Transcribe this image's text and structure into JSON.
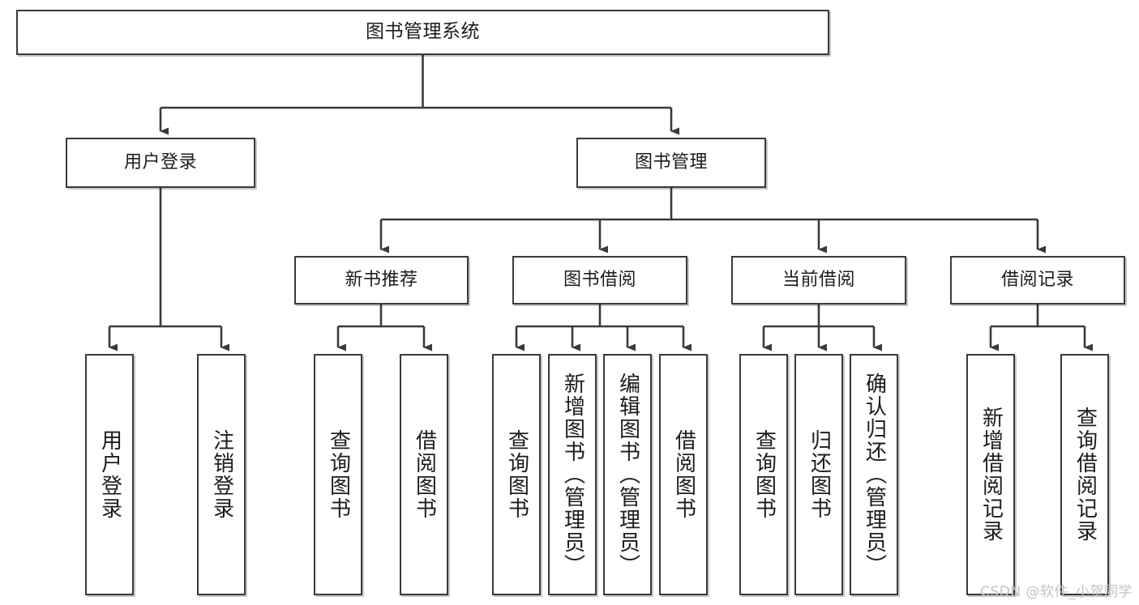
{
  "diagram": {
    "type": "tree-hierarchy-chart",
    "title": "图书管理系统",
    "line_color": "#3a3a3a",
    "box_fill": "#ffffff",
    "text_color": "#1c1c1c",
    "watermark": "CSDN @软件_小贺同学",
    "levels": 4,
    "nodes": {
      "root": {
        "label": "图书管理系统"
      },
      "level2": [
        {
          "label": "用户登录"
        },
        {
          "label": "图书管理"
        }
      ],
      "level3": [
        {
          "label": "新书推荐"
        },
        {
          "label": "图书借阅"
        },
        {
          "label": "当前借阅"
        },
        {
          "label": "借阅记录"
        }
      ],
      "leaves": {
        "user_login": [
          {
            "label": "用户登录"
          },
          {
            "label": "注销登录"
          }
        ],
        "new_book_recommend": [
          {
            "label": "查询图书"
          },
          {
            "label": "借阅图书"
          }
        ],
        "book_borrow": [
          {
            "label": "查询图书"
          },
          {
            "label": "新增图书（管理员）"
          },
          {
            "label": "编辑图书（管理员）"
          },
          {
            "label": "借阅图书"
          }
        ],
        "current_borrow": [
          {
            "label": "查询图书"
          },
          {
            "label": "归还图书"
          },
          {
            "label": "确认归还（管理员）"
          }
        ],
        "borrow_record": [
          {
            "label": "新增借阅记录"
          },
          {
            "label": "查询借阅记录"
          }
        ]
      }
    }
  }
}
